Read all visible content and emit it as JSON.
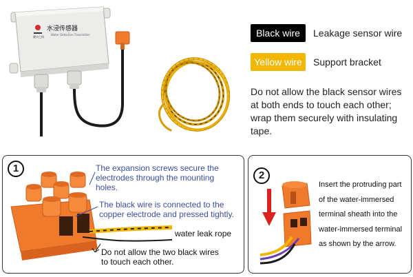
{
  "device": {
    "label_cn": "水浸传感器",
    "label_en": "Water Detection Transmitter",
    "brand": "建大仁科"
  },
  "legend": {
    "black_swatch": "Black wire",
    "black_desc": "Leakage sensor wire",
    "yellow_swatch": "Yellow wire",
    "yellow_desc": "Support bracket"
  },
  "warning": {
    "line1": "Do not allow the black sensor wires",
    "line2": "at both ends to touch each other;",
    "line3": "wrap them securely with insulating",
    "line4": "tape."
  },
  "panel1": {
    "number": "1",
    "screws_line1": "The expansion screws secure the",
    "screws_line2": "electrodes through the mounting",
    "screws_line3": "holes.",
    "copper_line1": "The black wire is connected to the",
    "copper_line2": "copper electrode and pressed tightly.",
    "rope_label": "water leak rope",
    "touch_line1": "Do not allow the two black wires",
    "touch_line2": "to touch each other."
  },
  "panel2": {
    "number": "2",
    "line1": "Insert the protruding part",
    "line2": "of the water-immersed",
    "line3": "terminal sheath into the",
    "line4": "water-immersed terminal",
    "line5": "as shown by the arrow."
  },
  "colors": {
    "orange": "#f07a2c",
    "yellow": "#f2b705",
    "blue_text": "#3a4fa0",
    "red_arrow": "#d9231f"
  }
}
